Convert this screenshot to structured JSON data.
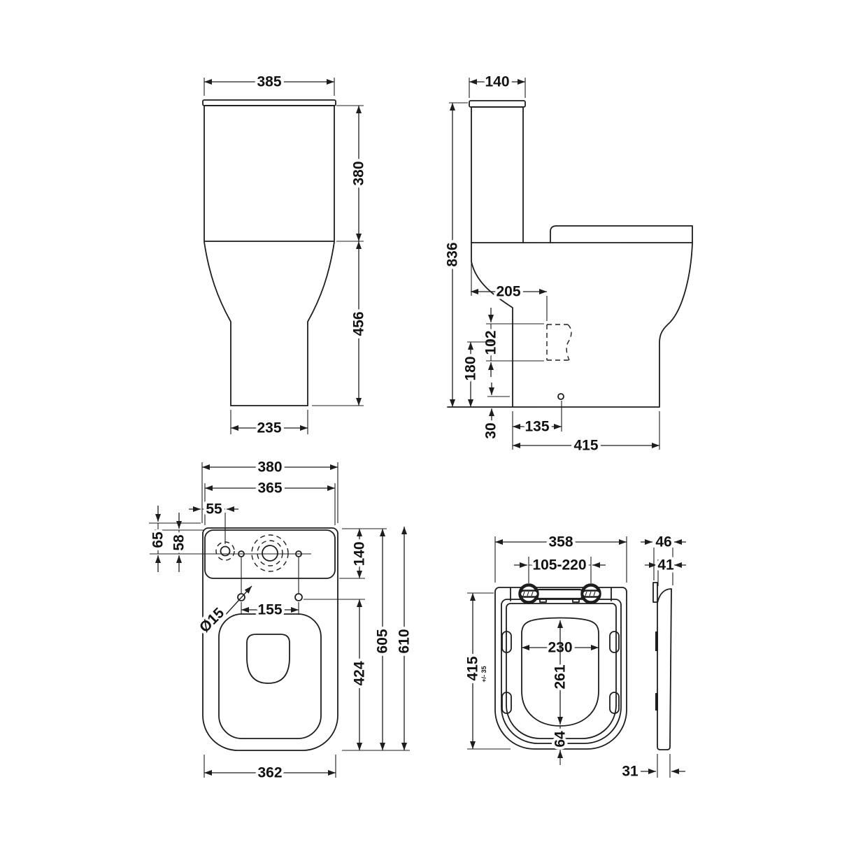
{
  "drawing": {
    "background": "#ffffff",
    "line_color": "#1d1d1d",
    "front_view": {
      "cistern_width": "385",
      "cistern_height": "380",
      "bowl_height": "456",
      "base_width": "235"
    },
    "side_view": {
      "cistern_depth": "140",
      "overall_height": "836",
      "outlet_projection": "205",
      "outlet_height": "102",
      "outlet_centre_height": "180",
      "fixing_hole_height": "30",
      "fixing_hole_offset": "135",
      "overall_depth": "415"
    },
    "plan_view": {
      "overall_width": "380",
      "cistern_width": "365",
      "inlet_offset": "55",
      "inlet_centre_outer": "65",
      "inlet_centre_inner": "58",
      "cistern_depth": "140",
      "fixing_hole_diameter": "Ø15",
      "fixing_hole_spacing": "155",
      "hinge_to_front": "424",
      "bowl_length": "605",
      "overall_length": "610",
      "front_width": "362"
    },
    "seat_view": {
      "seat_width": "358",
      "hinge_adjustment": "105-220",
      "seat_length": "415",
      "seat_length_tolerance": "+/- 35",
      "opening_width": "230",
      "opening_length": "261",
      "front_rim": "64",
      "side_depth_top": "46",
      "side_depth_mid": "41",
      "side_thickness": "31"
    }
  }
}
